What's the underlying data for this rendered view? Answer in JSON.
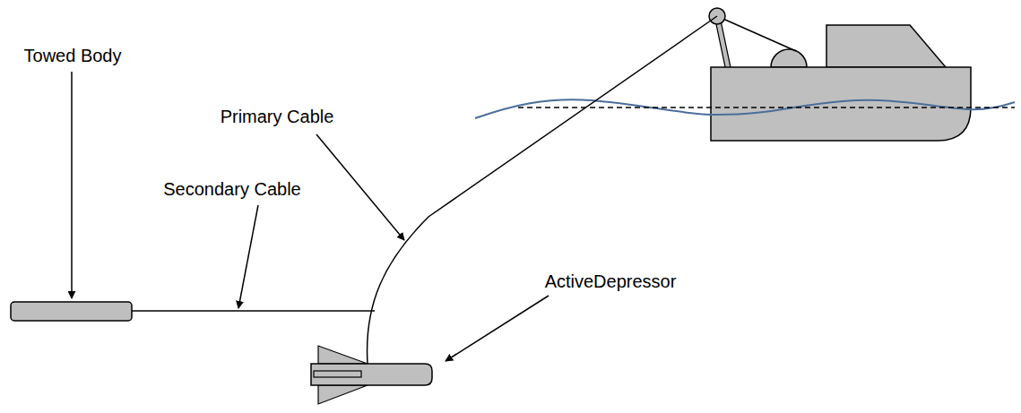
{
  "diagram": {
    "labels": [
      "Primary Cable",
      "Towed Body",
      "Secondary Cable",
      "ActiveDepressor"
    ]
  }
}
